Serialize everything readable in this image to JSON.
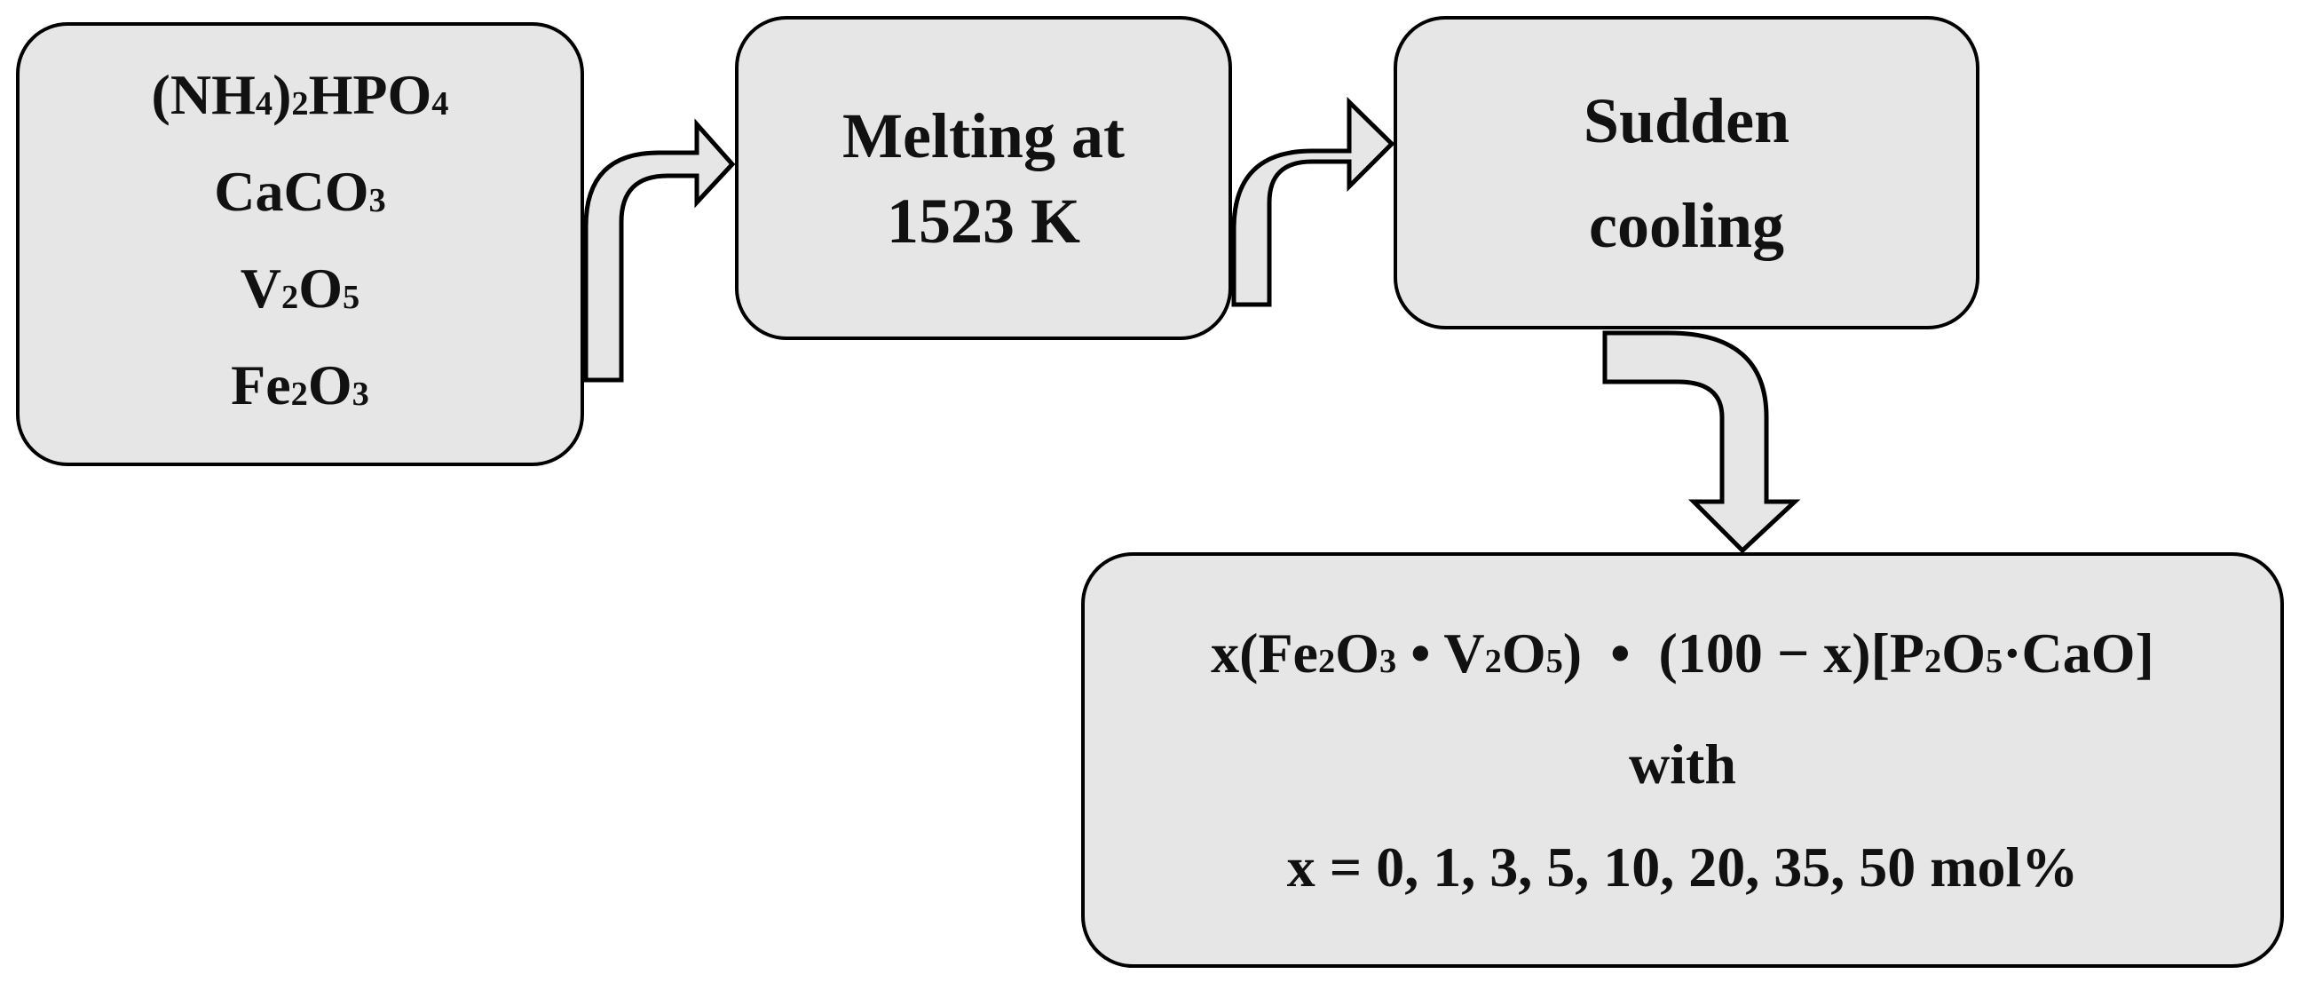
{
  "nodes": {
    "raw_materials": {
      "lines": [
        [
          {
            "t": "(NH"
          },
          {
            "t": "4",
            "sub": true
          },
          {
            "t": ")"
          },
          {
            "t": "2",
            "sub": true
          },
          {
            "t": "HPO"
          },
          {
            "t": "4",
            "sub": true
          }
        ],
        [
          {
            "t": "CaCO"
          },
          {
            "t": "3",
            "sub": true
          }
        ],
        [
          {
            "t": "V"
          },
          {
            "t": "2",
            "sub": true
          },
          {
            "t": "O"
          },
          {
            "t": "5",
            "sub": true
          }
        ],
        [
          {
            "t": "Fe"
          },
          {
            "t": "2",
            "sub": true
          },
          {
            "t": "O"
          },
          {
            "t": "3",
            "sub": true
          }
        ]
      ]
    },
    "melting": {
      "line1": "Melting at",
      "line2": "1523 K"
    },
    "cooling": {
      "line1": "Sudden",
      "line2": "cooling"
    },
    "result": {
      "formula": [
        {
          "t": "x(Fe"
        },
        {
          "t": "2",
          "sub": true
        },
        {
          "t": "O"
        },
        {
          "t": "3",
          "sub": true
        },
        {
          "t": " • V"
        },
        {
          "t": "2",
          "sub": true
        },
        {
          "t": "O"
        },
        {
          "t": "5",
          "sub": true
        },
        {
          "t": ")  •  (100 − x)[P"
        },
        {
          "t": "2",
          "sub": true
        },
        {
          "t": "O"
        },
        {
          "t": "5",
          "sub": true
        },
        {
          "t": "·CaO]"
        }
      ],
      "line2": "with",
      "line3": "x = 0, 1, 3, 5, 10, 20, 35, 50 mol%"
    }
  },
  "colors": {
    "box_fill": "#e6e6e6",
    "arrow_fill": "#e6e6e6",
    "outline": "#000000"
  }
}
